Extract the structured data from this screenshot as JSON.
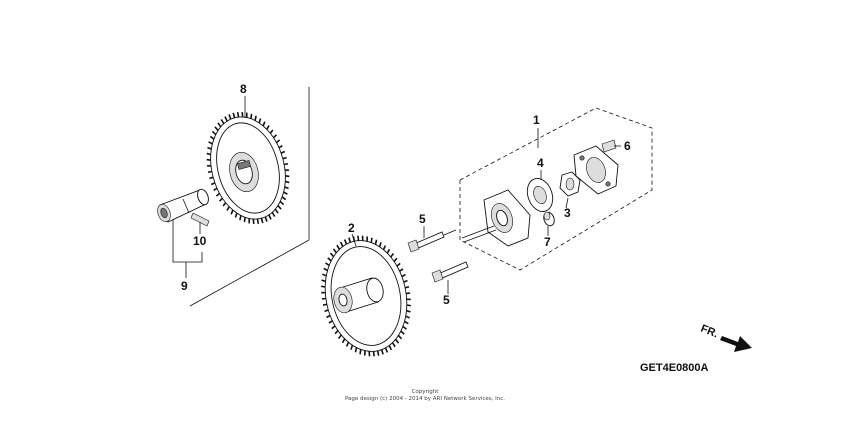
{
  "callouts": {
    "p1": "1",
    "p2": "2",
    "p3": "3",
    "p4": "4",
    "p5a": "5",
    "p5b": "5",
    "p6": "6",
    "p7": "7",
    "p8": "8",
    "p9": "9",
    "p10": "10"
  },
  "direction_label": "FR.",
  "diagram_code": "GET4E0800A",
  "copyright": {
    "line1": "Copyright",
    "line2": "Page design (c) 2004 - 2014 by ARI Network Services, Inc."
  }
}
